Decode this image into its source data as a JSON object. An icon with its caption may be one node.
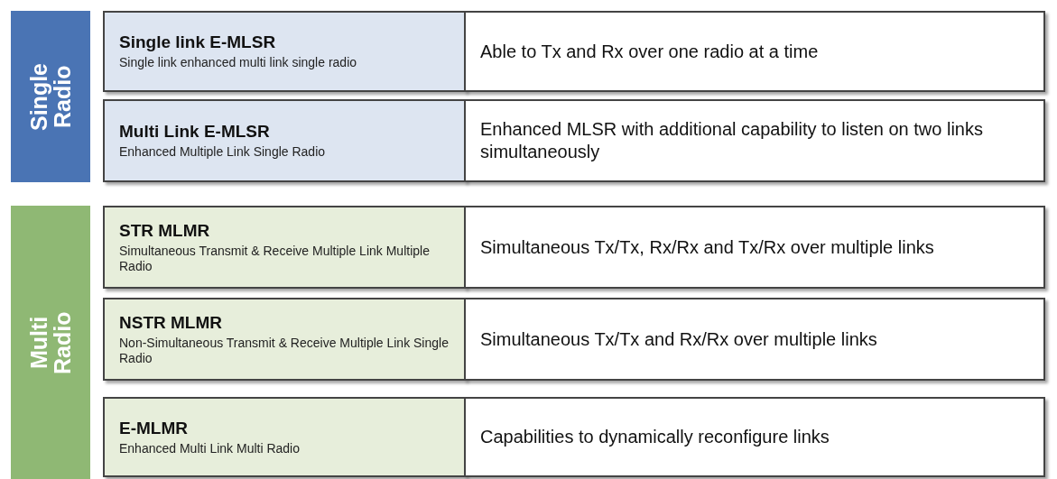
{
  "diagram": {
    "nodes": [
      {
        "text": [
          "Single Radio"
        ]
      },
      {
        "text": [
          "Single link E-MLSR",
          "Single link enhanced multi link single radio"
        ]
      },
      {
        "text": [
          "Able to Tx and Rx over one radio at a time"
        ]
      },
      {
        "text": [
          "Multi Link E-MLSR",
          "Enhanced Multiple Link Single Radio"
        ]
      },
      {
        "text": [
          "Enhanced MLSR with additional capability to listen on two links simultaneously"
        ]
      },
      {
        "text": [
          "Multi Radio"
        ]
      },
      {
        "text": [
          "STR MLMR",
          "Simultaneous Transmit & Receive Multiple Link Multiple Radio"
        ]
      },
      {
        "text": [
          "Simultaneous Tx/Tx, Rx/Rx and Tx/Rx over multiple links"
        ]
      },
      {
        "text": [
          "NSTR MLMR",
          "Non-Simultaneous Transmit & Receive Multiple Link Single Radio"
        ]
      },
      {
        "text": [
          "Simultaneous Tx/Tx and Rx/Rx over multiple links"
        ]
      },
      {
        "text": [
          "E-MLMR",
          "Enhanced Multi Link Multi Radio"
        ]
      },
      {
        "text": [
          "Capabilities to dynamically reconfigure links"
        ]
      }
    ]
  }
}
